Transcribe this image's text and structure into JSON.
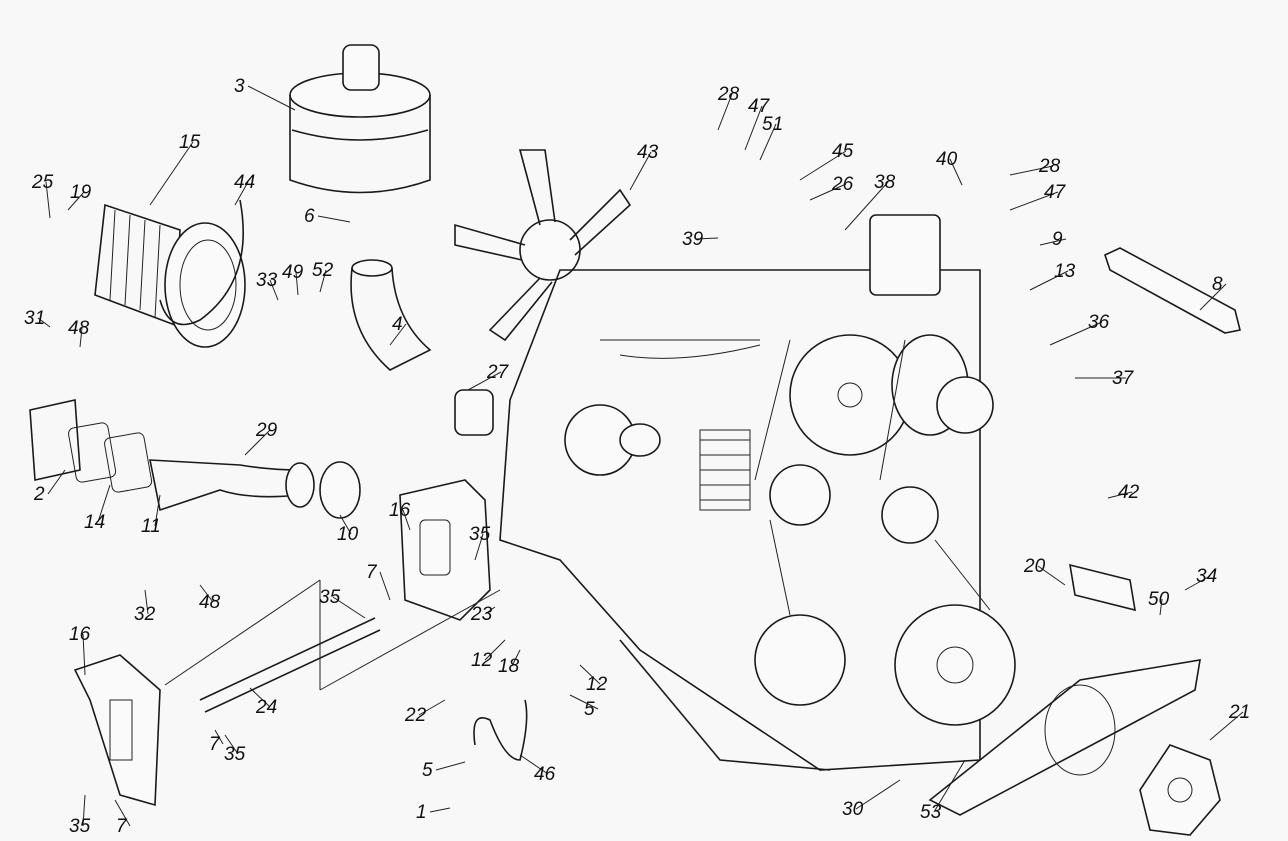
{
  "diagram": {
    "type": "exploded-parts-view",
    "part_labels": [
      "3",
      "15",
      "25",
      "19",
      "44",
      "6",
      "33",
      "49",
      "52",
      "4",
      "31",
      "48",
      "43",
      "28",
      "47",
      "51",
      "45",
      "26",
      "38",
      "40",
      "28",
      "47",
      "9",
      "13",
      "8",
      "39",
      "36",
      "37",
      "27",
      "29",
      "2",
      "14",
      "11",
      "10",
      "16",
      "35",
      "7",
      "35",
      "32",
      "48",
      "42",
      "20",
      "50",
      "34",
      "16",
      "23",
      "12",
      "18",
      "12",
      "22",
      "5",
      "24",
      "7",
      "35",
      "46",
      "5",
      "1",
      "35",
      "7",
      "30",
      "53",
      "21"
    ]
  }
}
